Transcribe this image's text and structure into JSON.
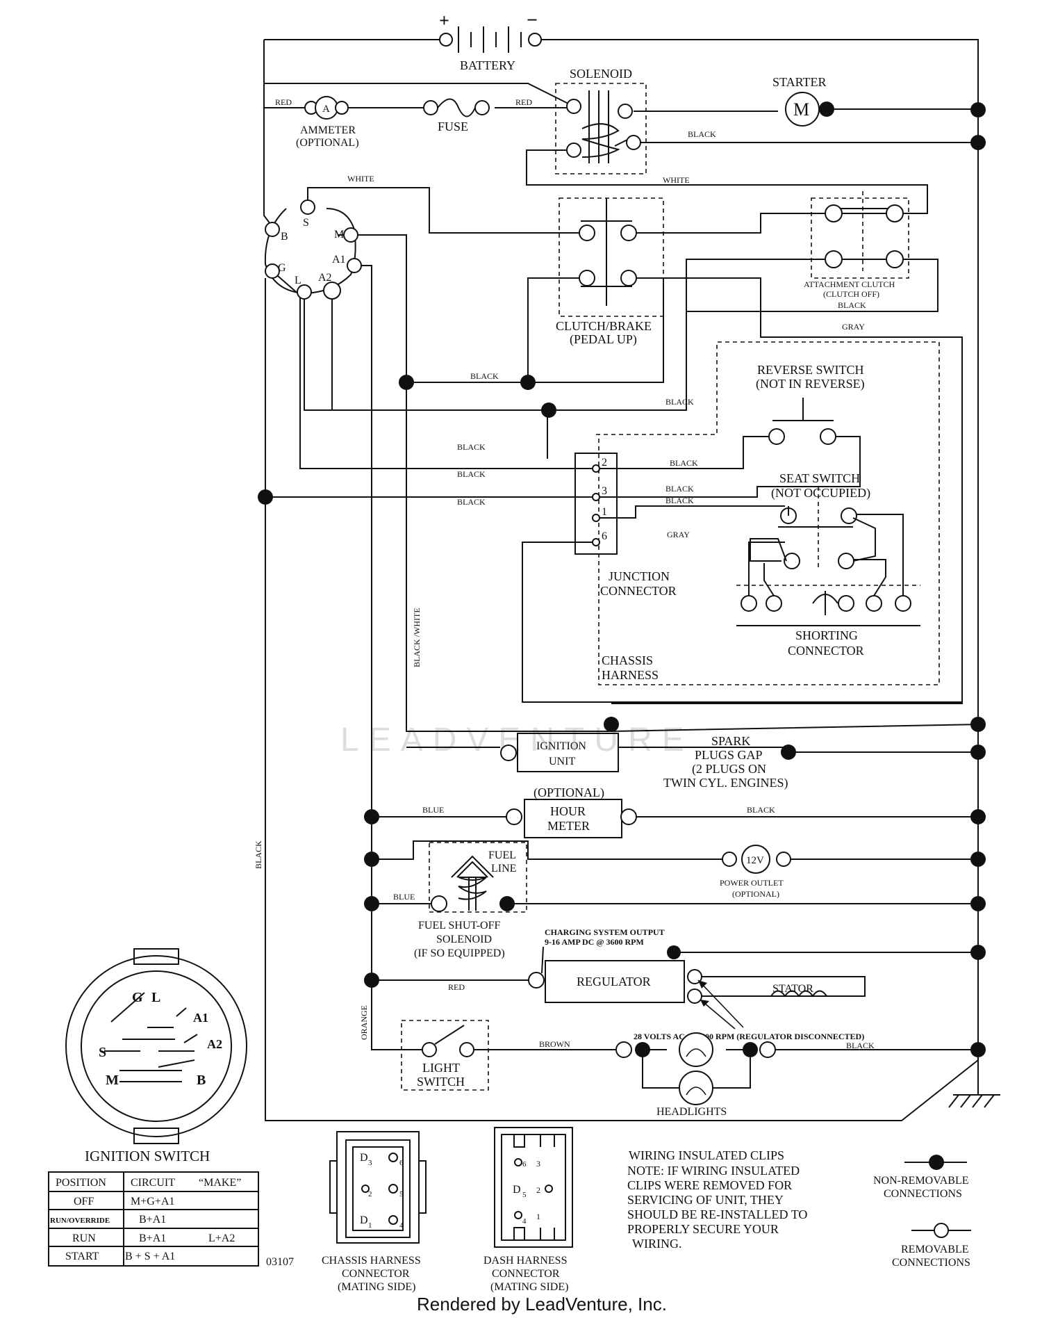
{
  "components": {
    "battery": "BATTERY",
    "battery_plus": "+",
    "battery_minus": "−",
    "solenoid": "SOLENOID",
    "starter": "STARTER",
    "starter_symbol": "M",
    "ammeter_symbol": "A",
    "ammeter_line1": "AMMETER",
    "ammeter_line2": "(OPTIONAL)",
    "fuse": "FUSE",
    "clutch_brake_line1": "CLUTCH/BRAKE",
    "clutch_brake_line2": "(PEDAL UP)",
    "attachment_clutch_line1": "ATTACHMENT CLUTCH",
    "attachment_clutch_line2": "(CLUTCH OFF)",
    "reverse_switch_line1": "REVERSE SWITCH",
    "reverse_switch_line2": "(NOT IN REVERSE)",
    "seat_switch_line1": "SEAT SWITCH",
    "seat_switch_line2": "(NOT OCCUPIED)",
    "junction_line1": "JUNCTION",
    "junction_line2": "CONNECTOR",
    "shorting_line1": "SHORTING",
    "shorting_line2": "CONNECTOR",
    "chassis_line1": "CHASSIS",
    "chassis_line2": "HARNESS",
    "ignition_unit_line1": "IGNITION",
    "ignition_unit_line2": "UNIT",
    "spark_line1": "SPARK",
    "spark_line2": "PLUGS GAP",
    "spark_line3": "(2 PLUGS ON",
    "spark_line4": "TWIN CYL. ENGINES)",
    "hour_meter_optional": "(OPTIONAL)",
    "hour_meter_line1": "HOUR",
    "hour_meter_line2": "METER",
    "fuel_line1": "FUEL",
    "fuel_line2": "LINE",
    "power_outlet_symbol": "12V",
    "power_outlet_line1": "POWER OUTLET",
    "power_outlet_line2": "(OPTIONAL)",
    "fuel_solenoid_line1": "FUEL SHUT-OFF",
    "fuel_solenoid_line2": "SOLENOID",
    "fuel_solenoid_line3": "(IF SO EQUIPPED)",
    "charging_line1": "CHARGING SYSTEM OUTPUT",
    "charging_line2": "9-16 AMP DC @ 3600 RPM",
    "regulator": "REGULATOR",
    "stator": "STATOR",
    "ac_note": "28 VOLTS AC @ 3600 RPM (REGULATOR DISCONNECTED)",
    "light_switch_line1": "LIGHT",
    "light_switch_line2": "SWITCH",
    "headlights": "HEADLIGHTS"
  },
  "ignition_terminals": [
    "B",
    "S",
    "M",
    "A1",
    "G",
    "L",
    "A2"
  ],
  "junction_pins": [
    "2",
    "3",
    "1",
    "6"
  ],
  "wires": {
    "red": "RED",
    "white": "WHITE",
    "black": "BLACK",
    "gray": "GRAY",
    "blue": "BLUE",
    "orange": "ORANGE",
    "brown": "BROWN",
    "black_white": "BLACK /WHITE"
  },
  "ignition_switch": {
    "title": "IGNITION SWITCH",
    "face_letters": [
      "G",
      "L",
      "A1",
      "S",
      "A2",
      "M",
      "B"
    ],
    "headers": [
      "POSITION",
      "CIRCUIT",
      "“MAKE”"
    ],
    "rows": [
      {
        "position": "OFF",
        "circuit": "M+G+A1",
        "extra": ""
      },
      {
        "position": "RUN/OVERRIDE",
        "circuit": "B+A1",
        "extra": ""
      },
      {
        "position": "RUN",
        "circuit": "B+A1",
        "extra": "L+A2"
      },
      {
        "position": "START",
        "circuit": "B + S + A1",
        "extra": ""
      }
    ]
  },
  "code": "03107",
  "chassis_connector": {
    "line1": "CHASSIS HARNESS",
    "line2": "CONNECTOR",
    "line3": "(MATING SIDE)",
    "pins": [
      "3",
      "6",
      "2",
      "5",
      "1",
      "4"
    ]
  },
  "dash_connector": {
    "line1": "DASH HARNESS",
    "line2": "CONNECTOR",
    "line3": "(MATING SIDE)",
    "pins": [
      "6",
      "3",
      "5",
      "2",
      "4",
      "1"
    ]
  },
  "note": {
    "line1": "WIRING INSULATED CLIPS",
    "line2": "NOTE:  IF WIRING INSULATED",
    "line3": "CLIPS WERE REMOVED FOR",
    "line4": "SERVICING OF UNIT, THEY",
    "line5": "SHOULD BE RE-INSTALLED TO",
    "line6": "PROPERLY SECURE YOUR",
    "line7": "WIRING."
  },
  "legend": {
    "nonremovable_line1": "NON-REMOVABLE",
    "nonremovable_line2": "CONNECTIONS",
    "removable_line1": "REMOVABLE",
    "removable_line2": "CONNECTIONS"
  },
  "watermark": "LEADVENTURE",
  "footer": "Rendered by LeadVenture, Inc."
}
